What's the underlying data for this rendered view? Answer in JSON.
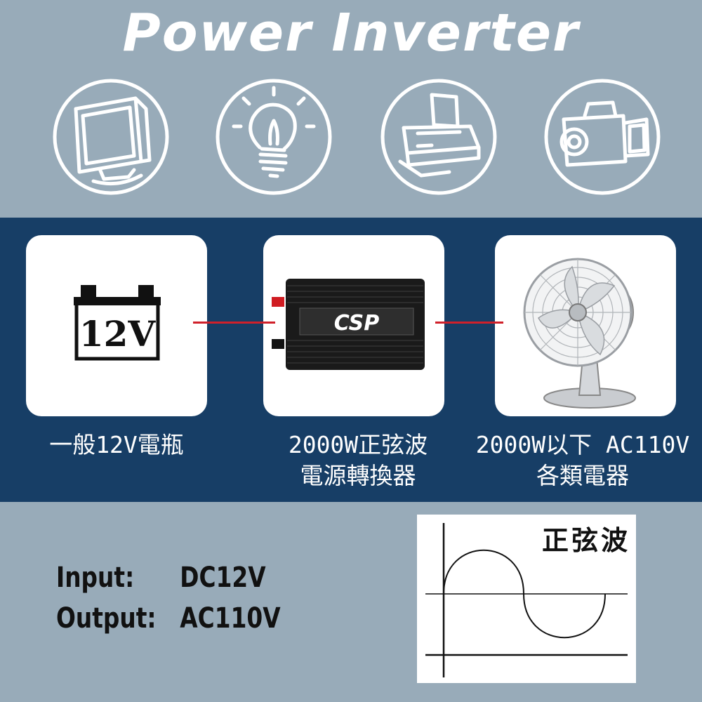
{
  "header": {
    "title": "Power Inverter",
    "icons": [
      "monitor-icon",
      "light-bulb-icon",
      "printer-icon",
      "camcorder-icon"
    ]
  },
  "flow": {
    "battery": {
      "label": "12V",
      "caption": "一般12V電瓶"
    },
    "inverter": {
      "brand": "CSP",
      "caption_line1": "2000W正弦波",
      "caption_line2": "電源轉換器"
    },
    "appliance": {
      "caption_line1": "2000W以下 AC110V",
      "caption_line2": "各類電器"
    }
  },
  "specs": {
    "input_label": "Input:",
    "input_value": "DC12V",
    "output_label": "Output:",
    "output_value": "AC110V"
  },
  "wave": {
    "label": "正弦波"
  },
  "colors": {
    "top_bg": "#98abb9",
    "mid_bg": "#173e66",
    "connector": "#d0202a"
  }
}
